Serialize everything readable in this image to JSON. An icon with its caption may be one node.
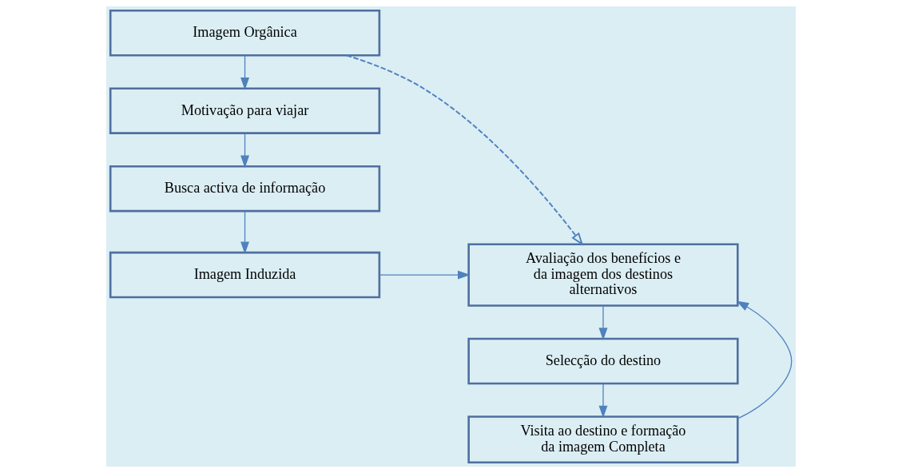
{
  "diagram": {
    "nodes": [
      {
        "text": [
          "Imagem Orgânica"
        ]
      },
      {
        "text": [
          "Motivação para viajar"
        ]
      },
      {
        "text": [
          "Busca activa de informação"
        ]
      },
      {
        "text": [
          "Imagem Induzida"
        ]
      },
      {
        "text": [
          "Avaliação dos benefícios e da imagem dos destinos alternativos"
        ]
      },
      {
        "text": [
          "Selecção do destino"
        ]
      },
      {
        "text": [
          "Visita ao destino e formação da imagem Completa"
        ]
      }
    ],
    "edges": [
      {
        "from": 0,
        "to": 1,
        "arrow": "to"
      },
      {
        "from": 1,
        "to": 2,
        "arrow": "to"
      },
      {
        "from": 2,
        "to": 3,
        "arrow": "to"
      },
      {
        "from": 0,
        "to": 4,
        "arrow": "to",
        "style": "dashed"
      },
      {
        "from": 3,
        "to": 4,
        "arrow": "to"
      },
      {
        "from": 4,
        "to": 5,
        "arrow": "to"
      },
      {
        "from": 5,
        "to": 6,
        "arrow": "to"
      },
      {
        "from": 6,
        "to": 4,
        "arrow": "to"
      }
    ]
  }
}
